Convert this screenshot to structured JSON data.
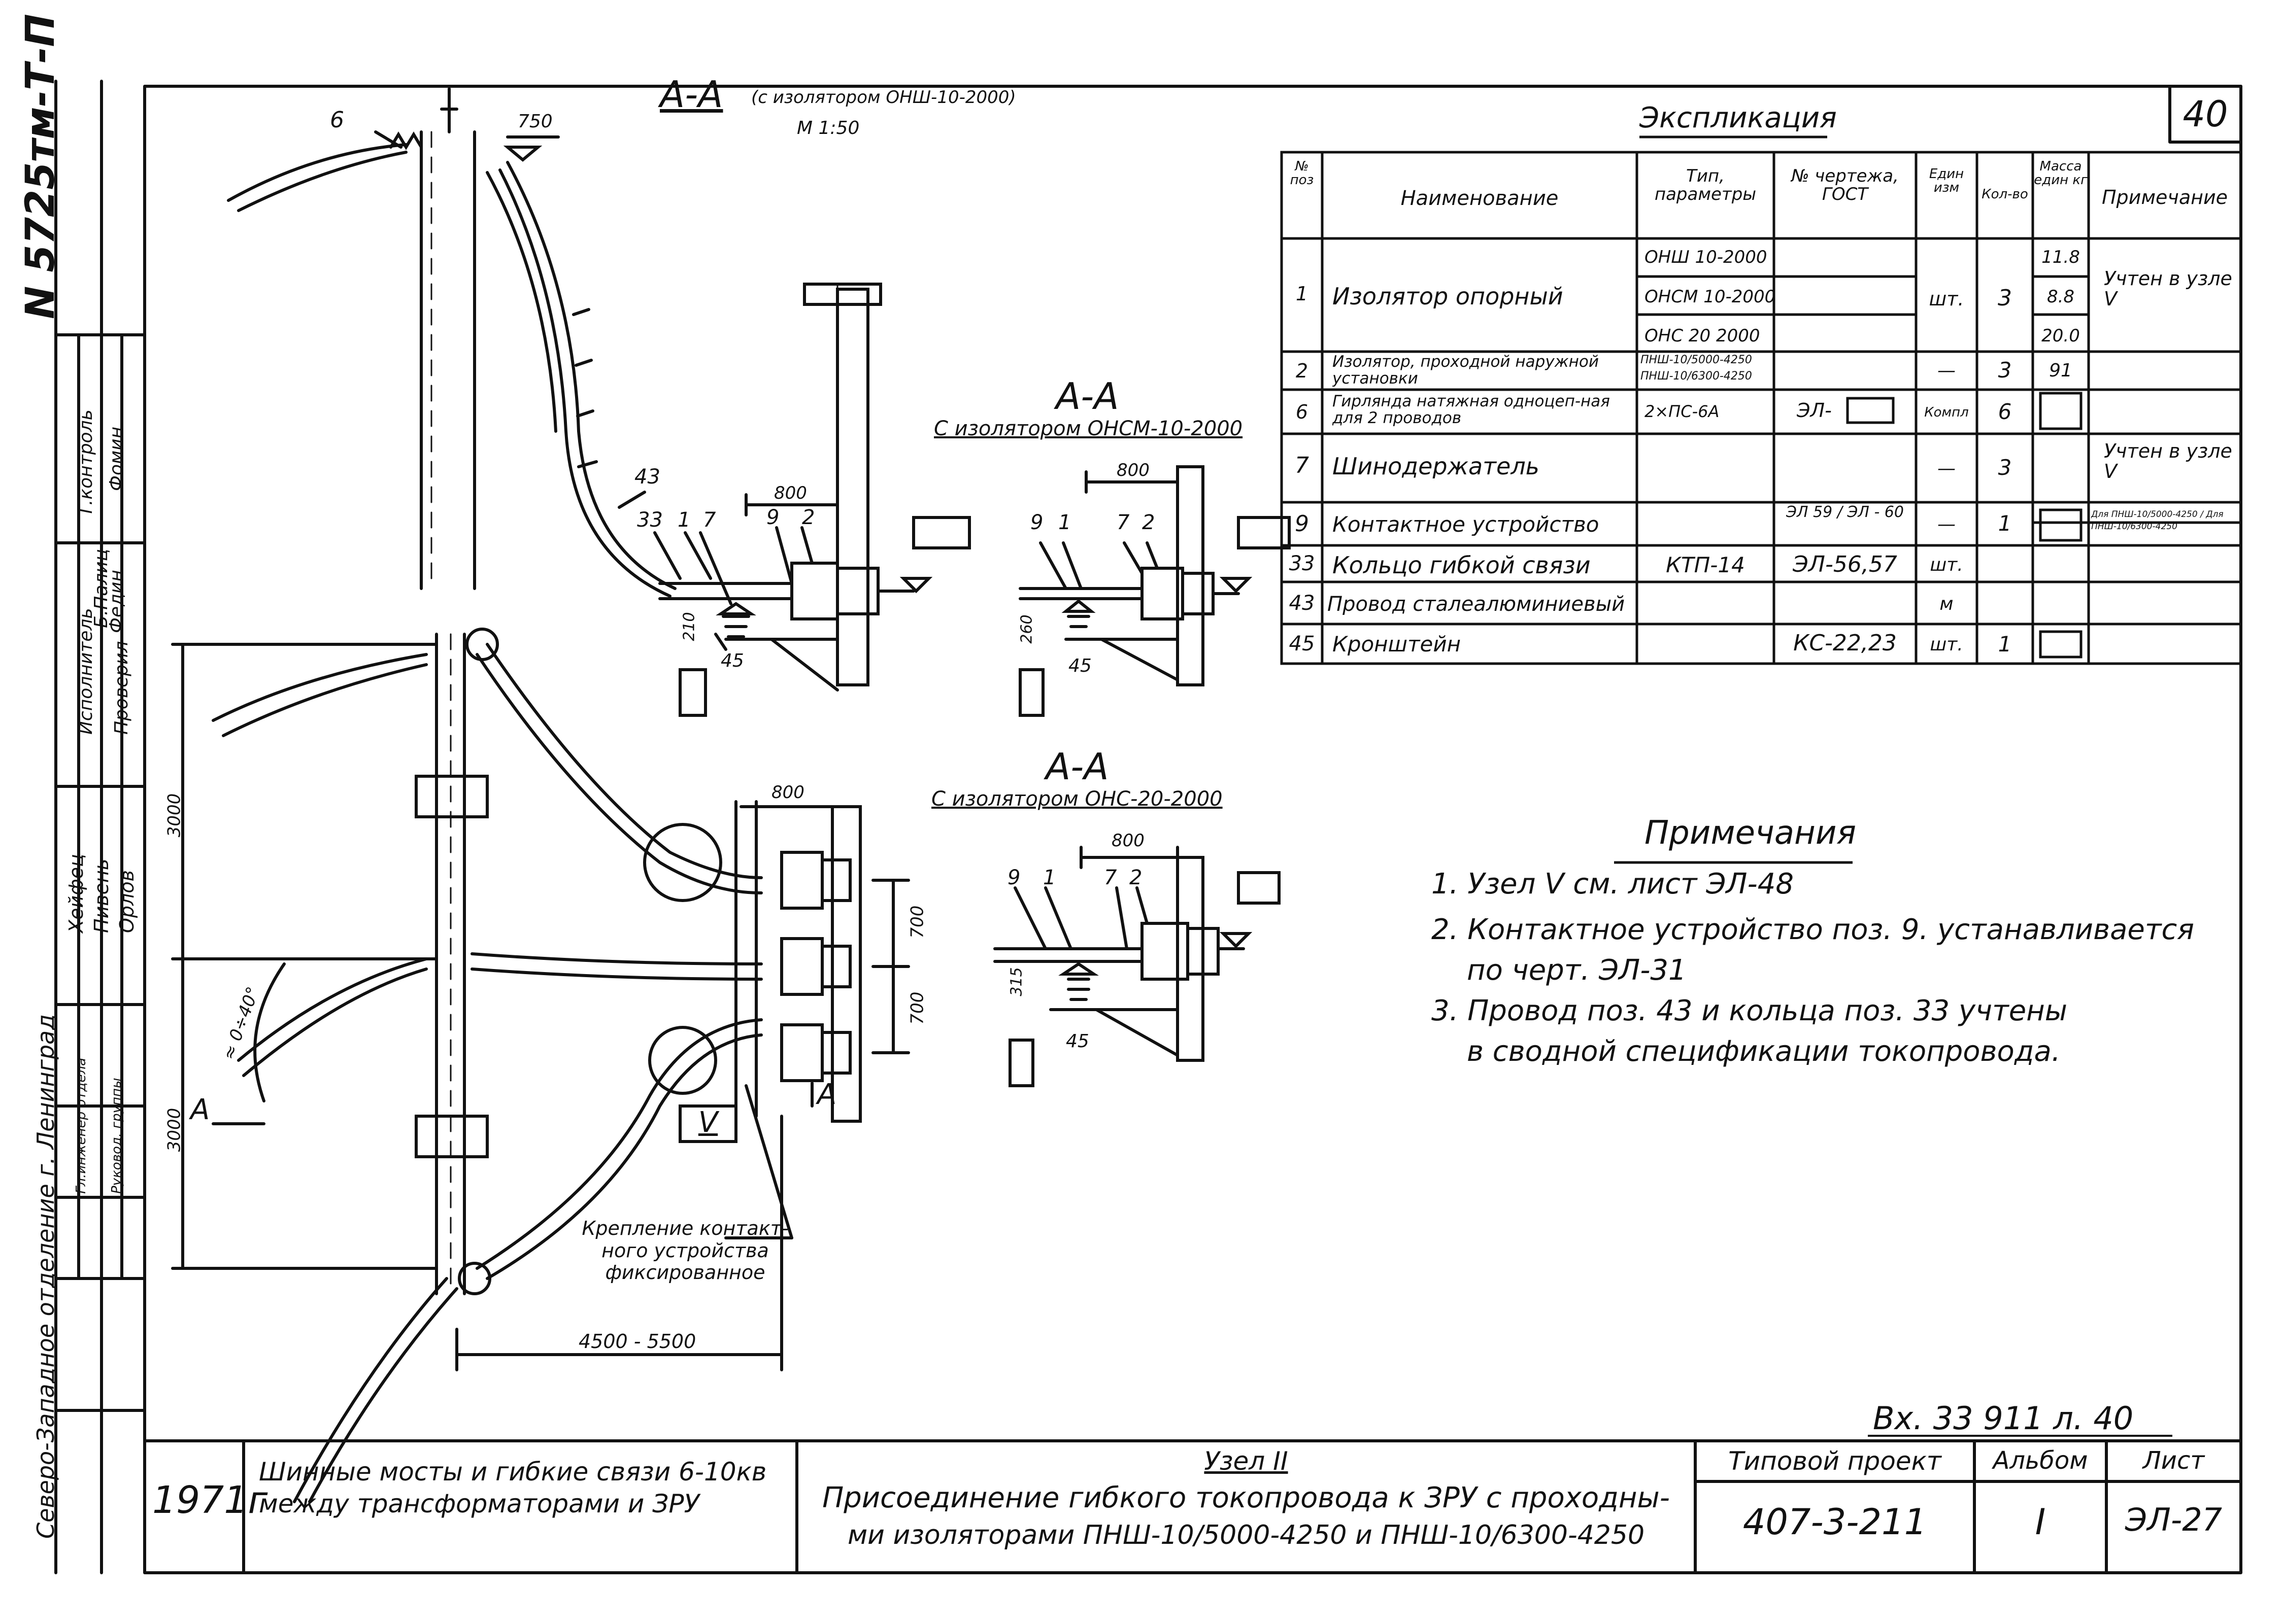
{
  "sheet_number": "40",
  "side_stamp": {
    "inventory": "N 5725тм-Т-П",
    "roles": [
      "Исполнитель",
      "Проверил",
      "Т.контроль"
    ],
    "names": [
      "Б.Палиц",
      "Федин",
      "Фомин"
    ],
    "head_roles": [
      "Гл.инженер отдела",
      "Руковод. группы"
    ],
    "head_names": [
      "Хейфец",
      "Пивень",
      "Орлов"
    ],
    "org": "Северо-Западное отделение г. Ленинград"
  },
  "section_main": {
    "title": "А-А",
    "subtitle": "(с изолятором ОНШ-10-2000)",
    "scale": "М 1:50",
    "dim_top": "750",
    "callouts": [
      "6",
      "43",
      "33",
      "1",
      "7",
      "9",
      "2",
      "45"
    ],
    "dim_800": "800",
    "dim_210": "210"
  },
  "section_onsm": {
    "title": "А-А",
    "subtitle": "С изолятором ОНСМ-10-2000",
    "callouts": [
      "9",
      "1",
      "7",
      "2",
      "45"
    ],
    "dim_800": "800",
    "dim_260": "260"
  },
  "section_ons": {
    "title": "А-А",
    "subtitle": "С изолятором ОНС-20-2000",
    "callouts": [
      "9",
      "1",
      "7",
      "2",
      "45"
    ],
    "dim_800": "800",
    "dim_315": "315"
  },
  "elevation": {
    "dim_3000_upper": "3000",
    "dim_3000_lower": "3000",
    "angle": "≈ 0÷40°",
    "dim_800": "800",
    "dim_700a": "700",
    "dim_700b": "700",
    "section_left": "А",
    "section_right": "А",
    "node": "V",
    "note": "Крепление контакт-ного устройства фиксированное",
    "dim_span": "4500 - 5500"
  },
  "explication": {
    "title": "Экспликация",
    "headers": [
      "№ поз",
      "Наименование",
      "Тип, параметры",
      "№ чертежа, ГОСТ",
      "Един изм",
      "Кол-во",
      "Масса един кг",
      "Примечание"
    ],
    "rows": [
      {
        "pos": "1",
        "name": "Изолятор опорный",
        "types": [
          "ОНШ 10-2000",
          "ОНСМ 10-2000",
          "ОНС 20 2000"
        ],
        "drawing": "",
        "unit": "шт.",
        "qty": "3",
        "mass": [
          "11.8",
          "8.8",
          "20.0"
        ],
        "note": "Учтен в узле V"
      },
      {
        "pos": "2",
        "name": "Изолятор, проходной наружной установки",
        "types": [
          "ПНШ-10/5000-4250",
          "ПНШ-10/6300-4250"
        ],
        "drawing": "",
        "unit": "—",
        "qty": "3",
        "mass": [
          "91"
        ],
        "note": ""
      },
      {
        "pos": "6",
        "name": "Гирлянда натяжная одноцеп-ная для 2 проводов",
        "types": [
          "2×ПС-6А"
        ],
        "drawing": "ЭЛ-",
        "unit": "Компл",
        "qty": "6",
        "mass": [
          ""
        ],
        "note": ""
      },
      {
        "pos": "7",
        "name": "Шинодержатель",
        "types": [
          ""
        ],
        "drawing": "",
        "unit": "—",
        "qty": "3",
        "mass": [
          ""
        ],
        "note": "Учтен в узле V"
      },
      {
        "pos": "9",
        "name": "Контактное устройство",
        "types": [
          ""
        ],
        "drawing": "ЭЛ 59 / ЭЛ - 60",
        "unit": "—",
        "qty": "1",
        "mass": [
          ""
        ],
        "note": "Для ПНШ-10/5000-4250 / Для ПНШ-10/6300-4250"
      },
      {
        "pos": "33",
        "name": "Кольцо гибкой связи",
        "types": [
          "КТП-14"
        ],
        "drawing": "ЭЛ-56,57",
        "unit": "шт.",
        "qty": "",
        "mass": [
          ""
        ],
        "note": ""
      },
      {
        "pos": "43",
        "name": "Провод сталеалюминиевый",
        "types": [
          ""
        ],
        "drawing": "",
        "unit": "м",
        "qty": "",
        "mass": [
          ""
        ],
        "note": ""
      },
      {
        "pos": "45",
        "name": "Кронштейн",
        "types": [
          ""
        ],
        "drawing": "КС-22,23",
        "unit": "шт.",
        "qty": "1",
        "mass": [
          ""
        ],
        "note": ""
      }
    ]
  },
  "notes": {
    "title": "Примечания",
    "items": [
      "1. Узел V см. лист ЭЛ-48",
      "2. Контактное устройство поз. 9. устанавливается",
      "по черт. ЭЛ-31",
      "3. Провод поз. 43 и кольца поз. 33 учтены",
      "в сводной спецификации токопровода."
    ]
  },
  "ref": "Вх. 33 911 л. 40",
  "title_block": {
    "year": "1971г",
    "work_title": "Шинные мосты и гибкие связи 6-10кв между трансформаторами и ЗРУ",
    "node": "Узел II",
    "sheet_title_1": "Присоединение гибкого токопровода к ЗРУ с проходны-",
    "sheet_title_2": "ми изоляторами ПНШ-10/5000-4250 и ПНШ-10/6300-4250",
    "project_label": "Типовой проект",
    "project": "407-3-211",
    "album_label": "Альбом",
    "album": "I",
    "sheet_label": "Лист",
    "sheet": "ЭЛ-27"
  }
}
